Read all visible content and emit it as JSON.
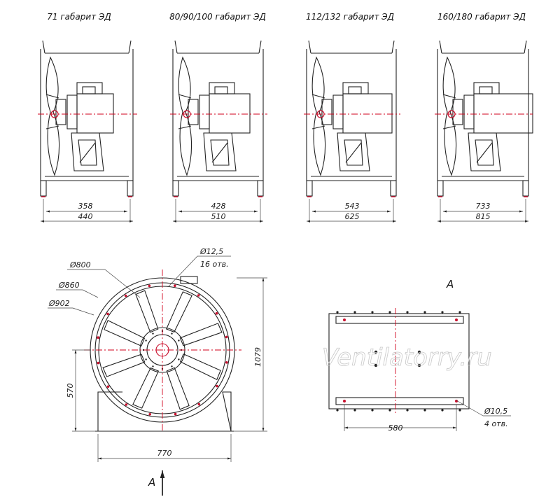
{
  "colors": {
    "line": "#222222",
    "axis": "#d0021b",
    "accent": "#c8102e",
    "watermark": "#c9c9c9"
  },
  "variants": [
    {
      "title": "71 габарит ЭД",
      "inner_width": "358",
      "outer_width": "440"
    },
    {
      "title": "80/90/100 габарит ЭД",
      "inner_width": "428",
      "outer_width": "510"
    },
    {
      "title": "112/132 габарит ЭД",
      "inner_width": "543",
      "outer_width": "625"
    },
    {
      "title": "160/180 габарит ЭД",
      "inner_width": "733",
      "outer_width": "815"
    }
  ],
  "front_view": {
    "hole_diameter": "Ø12,5",
    "hole_count": "16 отв.",
    "inner_diameter": "Ø800",
    "pitch_diameter": "Ø860",
    "outer_diameter": "Ø902",
    "height_total": "1079",
    "axis_height": "570",
    "base_width": "770",
    "view_arrow_label": "A"
  },
  "view_a": {
    "label": "A",
    "hole_spacing": "580",
    "hole_diameter": "Ø10,5",
    "hole_count": "4 отв."
  },
  "watermark": "Ventilatorry.ru"
}
